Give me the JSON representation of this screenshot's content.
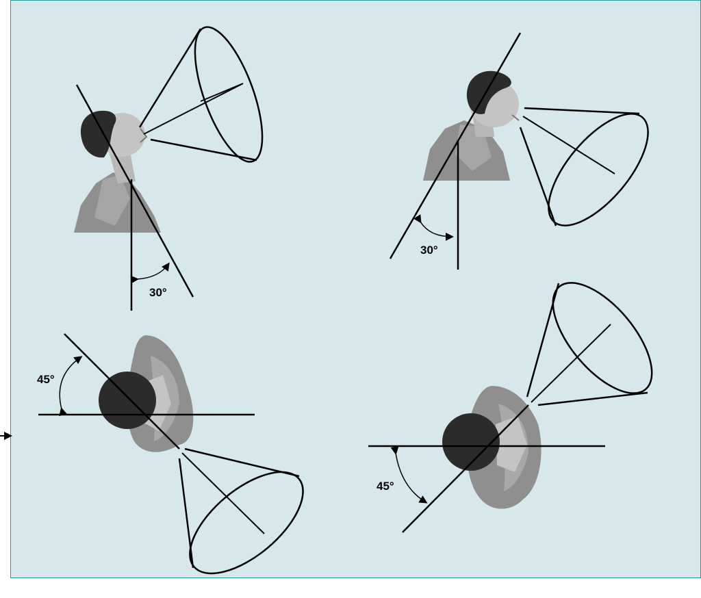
{
  "colors": {
    "panel_background": "#d6e8eb",
    "panel_border": "#2a9a9a",
    "line": "#000000",
    "shirt": "#8f8f8f",
    "shirt_light": "#b0b0b0",
    "skin": "#bdbdbd",
    "hair": "#2b2b2b"
  },
  "figures": {
    "upward": {
      "angle_label": "30°"
    },
    "downward": {
      "angle_label": "30°"
    },
    "top_left": {
      "angle_label": "45°"
    },
    "top_right": {
      "angle_label": "45°"
    }
  }
}
